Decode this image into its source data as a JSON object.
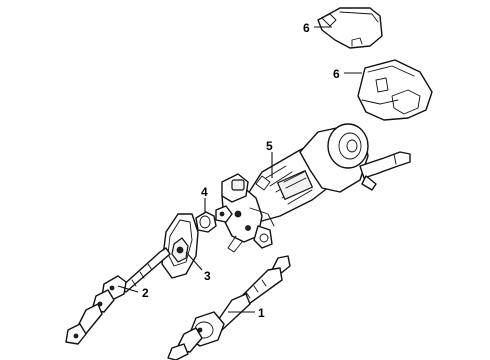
{
  "callouts": {
    "c1": "1",
    "c2": "2",
    "c3": "3",
    "c4": "4",
    "c5": "5",
    "c6a": "6",
    "c6b": "6"
  },
  "colors": {
    "line": "#111111",
    "background": "#ffffff"
  }
}
